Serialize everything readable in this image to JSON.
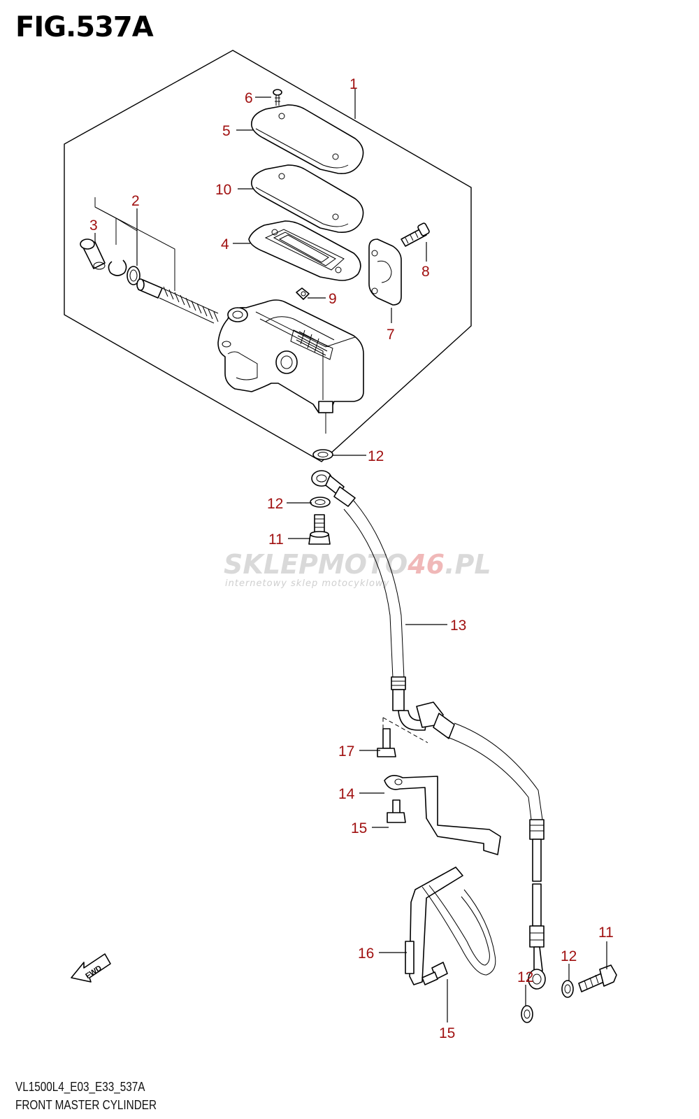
{
  "figure": {
    "title": "FIG.537A",
    "model_code": "VL1500L4_E03_E33_537A",
    "caption": "FRONT MASTER CYLINDER"
  },
  "watermark": {
    "brand_prefix": "SKLEPMOTO",
    "brand_number": "46",
    "brand_suffix": ".PL",
    "tagline": "internetowy sklep motocyklowy"
  },
  "direction_marker": {
    "label": "FWD",
    "icon": "arrow-fwd-icon"
  },
  "callouts": [
    {
      "id": "c1",
      "label": "1"
    },
    {
      "id": "c2",
      "label": "2"
    },
    {
      "id": "c3",
      "label": "3"
    },
    {
      "id": "c4",
      "label": "4"
    },
    {
      "id": "c5",
      "label": "5"
    },
    {
      "id": "c6",
      "label": "6"
    },
    {
      "id": "c7",
      "label": "7"
    },
    {
      "id": "c8",
      "label": "8"
    },
    {
      "id": "c9",
      "label": "9"
    },
    {
      "id": "c10",
      "label": "10"
    },
    {
      "id": "c11a",
      "label": "11"
    },
    {
      "id": "c11b",
      "label": "11"
    },
    {
      "id": "c12a",
      "label": "12"
    },
    {
      "id": "c12b",
      "label": "12"
    },
    {
      "id": "c12c",
      "label": "12"
    },
    {
      "id": "c12d",
      "label": "12"
    },
    {
      "id": "c13",
      "label": "13"
    },
    {
      "id": "c14",
      "label": "14"
    },
    {
      "id": "c15a",
      "label": "15"
    },
    {
      "id": "c15b",
      "label": "15"
    },
    {
      "id": "c16",
      "label": "16"
    },
    {
      "id": "c17",
      "label": "17"
    }
  ],
  "colors": {
    "callout": "#a01010",
    "line": "#000000",
    "watermark": "#d9d9d9"
  }
}
